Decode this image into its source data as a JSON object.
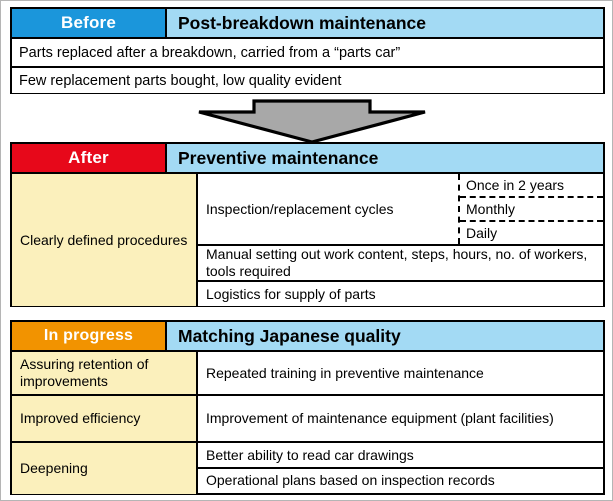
{
  "diagram": {
    "title": "Maintenance improvement before / after / in progress",
    "colors": {
      "before_badge": "#1b96db",
      "after_badge": "#e7081a",
      "progress_badge": "#f29300",
      "header_band": "#a3daf4",
      "label_cell": "#fbf0bc",
      "arrow_fill": "#a8a8a8",
      "outline": "#000000"
    },
    "sections": [
      {
        "badge": "Before",
        "title": "Post-breakdown maintenance",
        "rows": [
          "Parts replaced after a breakdown, carried from a “parts car”",
          "Few replacement parts bought, low quality evident"
        ]
      },
      {
        "badge": "After",
        "title": "Preventive maintenance",
        "label": "Clearly defined procedures",
        "items": [
          {
            "text": "Inspection/replacement cycles",
            "sub": [
              "Once in 2 years",
              "Monthly",
              "Daily"
            ]
          },
          {
            "text": "Manual setting out work content, steps, hours, no. of workers, tools required",
            "sub": []
          },
          {
            "text": "Logistics for supply of parts",
            "sub": []
          }
        ]
      },
      {
        "badge": "In progress",
        "title": "Matching Japanese quality",
        "labels": [
          "Assuring retention of improvements",
          "Improved efficiency",
          "Deepening"
        ],
        "items": [
          "Repeated training in preventive maintenance",
          "Improvement of maintenance equipment (plant facilities)",
          "Better ability to read car drawings",
          "Operational plans based on inspection records"
        ]
      }
    ],
    "arrow": {
      "name": "down-arrow",
      "direction": "down"
    }
  }
}
